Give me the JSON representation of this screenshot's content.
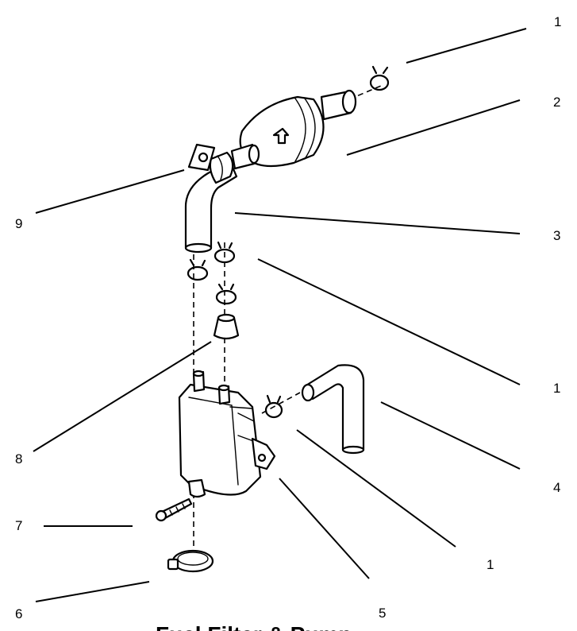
{
  "diagram": {
    "caption": "Fuel Filter & Pump",
    "callouts": [
      {
        "id": "c1a",
        "text": "1"
      },
      {
        "id": "c2",
        "text": "2"
      },
      {
        "id": "c3",
        "text": "3"
      },
      {
        "id": "c1b",
        "text": "1"
      },
      {
        "id": "c4",
        "text": "4"
      },
      {
        "id": "c1c",
        "text": "1"
      },
      {
        "id": "c5",
        "text": "5"
      },
      {
        "id": "c6",
        "text": "6"
      },
      {
        "id": "c7",
        "text": "7"
      },
      {
        "id": "c8",
        "text": "8"
      },
      {
        "id": "c9",
        "text": "9"
      }
    ]
  }
}
